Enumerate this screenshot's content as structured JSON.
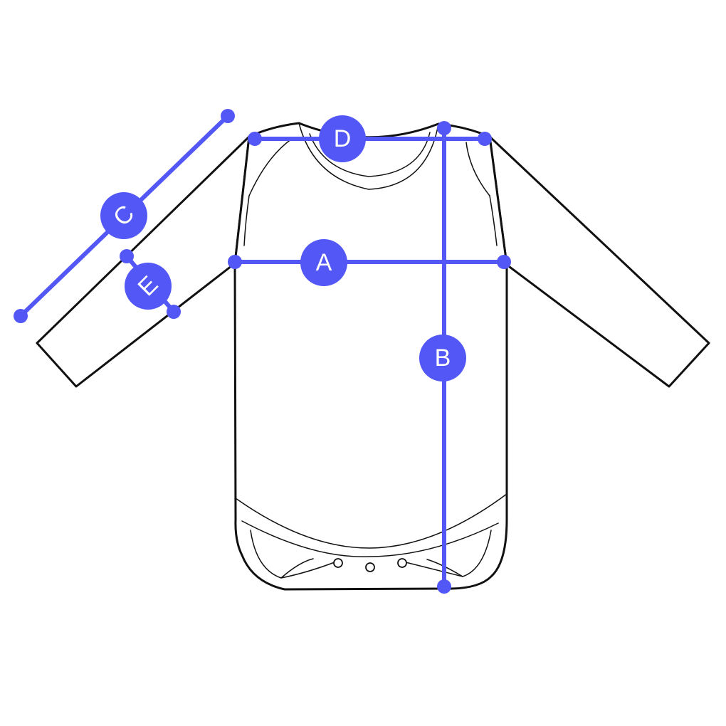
{
  "accent_color": "#5257F5",
  "garment_type": "long-sleeve bodysuit",
  "measurements": [
    {
      "id": "A",
      "label": "A"
    },
    {
      "id": "B",
      "label": "B"
    },
    {
      "id": "C",
      "label": "C"
    },
    {
      "id": "D",
      "label": "D"
    },
    {
      "id": "E",
      "label": "E"
    }
  ]
}
